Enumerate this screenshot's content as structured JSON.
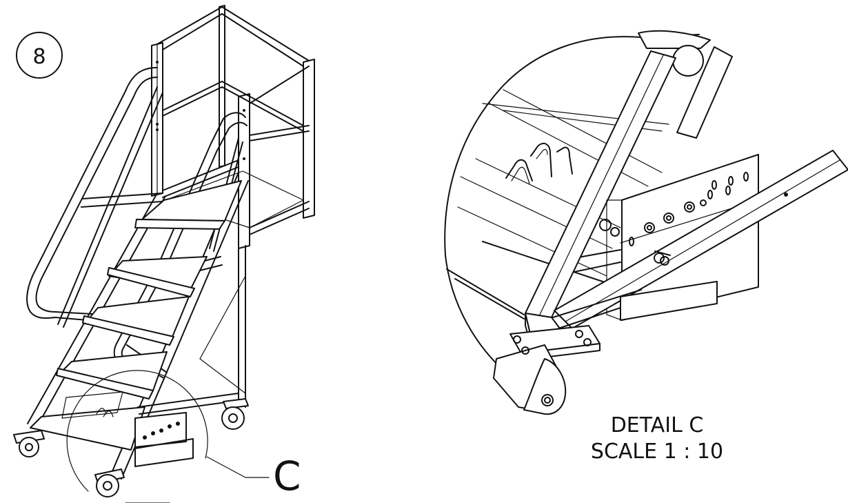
{
  "view_number": "8",
  "callout": {
    "letter": "C"
  },
  "detail": {
    "title": "DETAIL C",
    "scale": "SCALE 1 : 10"
  }
}
